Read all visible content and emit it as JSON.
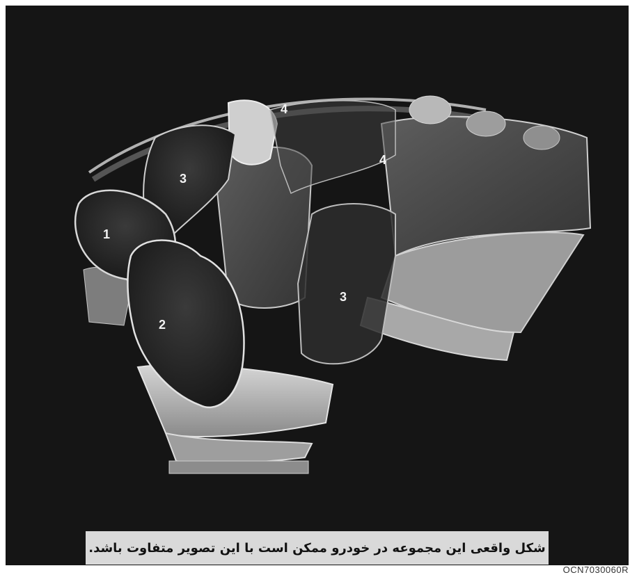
{
  "corner_text": "",
  "callouts": {
    "front_driver_seat_airbag": "1",
    "front_passenger_seat_airbag": "2",
    "left_side_curtain": "3",
    "center_curtain": "3",
    "rear_upper_4a": "4",
    "rear_upper_4b": "4"
  },
  "caption": "شکل واقعی این مجموعه در خودرو ممکن است با این تصویر متفاوت باشد.",
  "image_code": "OCN7030060R",
  "colors": {
    "background": "#151515",
    "caption_bg": "#d9d9d9",
    "seat_fill": "#bdbdbd",
    "airbag_dark": "#2b2b2b"
  }
}
